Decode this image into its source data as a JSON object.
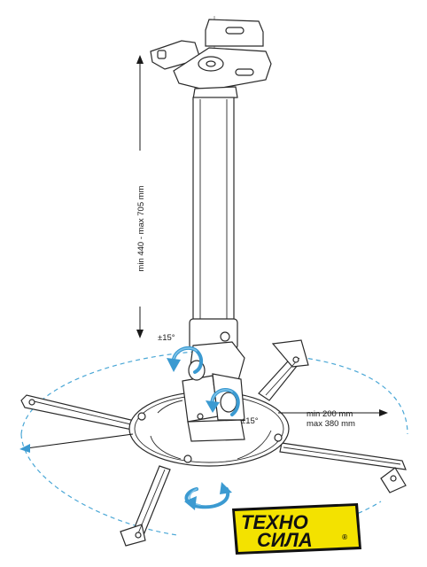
{
  "labels": {
    "height_range": "min 440 - max 705 mm",
    "tilt_upper": "±15°",
    "tilt_lower": "±15°",
    "arm_min": "min 200 mm",
    "arm_max": "max 380 mm"
  },
  "logo": {
    "line1": "ТЕХНО",
    "line2": "СИЛА",
    "registered": "®",
    "bg_color": "#f3e200",
    "text_color": "#111111"
  },
  "colors": {
    "rotation_arrow": "#3b9ad1",
    "dashed_outline": "#4aa7d6",
    "line": "#2a2a2a"
  },
  "icons": [
    "rotation-arrow-icon",
    "dimension-arrow-icon"
  ]
}
